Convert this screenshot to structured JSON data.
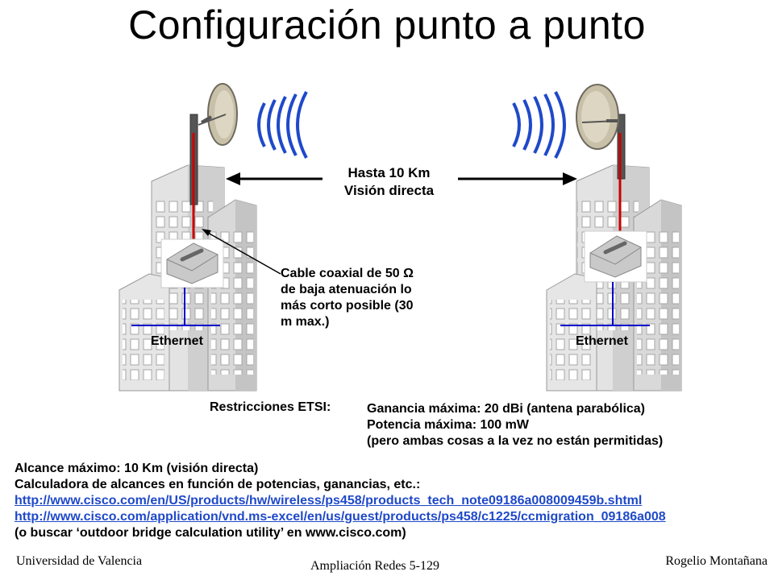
{
  "slide": {
    "title": "Configuración punto a punto",
    "distance_label": [
      "Hasta 10 Km",
      "Visión directa"
    ],
    "left_building_label": "Ethernet",
    "right_building_label": "Ethernet",
    "cable_note": [
      "Cable coaxial de 50 Ω",
      "de baja atenuación lo",
      "más corto posible (30",
      "m max.)"
    ],
    "etsi_label": "Restricciones ETSI:",
    "etsi_lines": [
      "Ganancia máxima: 20 dBi (antena parabólica)",
      "Potencia máxima: 100 mW",
      "(pero ambas cosas a la vez no están permitidas)"
    ],
    "info_lines": [
      "Alcance máximo: 10 Km (visión directa)",
      "Calculadora de alcances en función de potencias, ganancias, etc.:"
    ],
    "links": [
      "http://www.cisco.com/en/US/products/hw/wireless/ps458/products_tech_note09186a008009459b.shtml",
      "http://www.cisco.com/application/vnd.ms-excel/en/us/guest/products/ps458/c1225/ccmigration_09186a008"
    ],
    "last_line": "(o buscar ‘outdoor bridge calculation utility’ en www.cisco.com)"
  },
  "footer": {
    "left": "Universidad de Valencia",
    "center": "Ampliación Redes 5-129",
    "right": "Rogelio Montañana"
  },
  "colors": {
    "wave": "#1f49c9",
    "link": "#1f49c9",
    "cable": "#cc0000",
    "ethernet": "#0000cc"
  }
}
